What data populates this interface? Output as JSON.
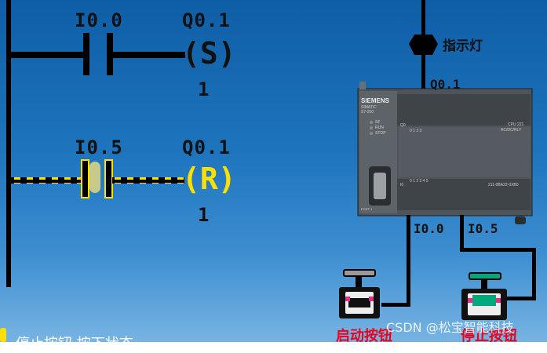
{
  "ladder": {
    "rung1": {
      "contact": "I0.0",
      "coil": "Q0.1",
      "coil_type": "(S)",
      "coil_count": "1"
    },
    "rung2": {
      "contact": "I0.5",
      "coil": "Q0.1",
      "coil_type": "(R)",
      "coil_count": "1"
    }
  },
  "wiring": {
    "indicator_label": "指示灯",
    "output_terminal": "Q0.1",
    "input_terminal_1": "I0.0",
    "input_terminal_2": "I0.5"
  },
  "plc": {
    "brand": "SIEMENS",
    "series": "SIMATIC",
    "model": "S7-200",
    "led_sf": "SF",
    "led_run": "RUN",
    "led_stop": "STOP",
    "cpu": "CPU 221",
    "cpu_type": "AC/DC/RLY",
    "order_no": "211-0BA22-0XB0",
    "out_row_prefix": "Q0",
    "out_row_nums": "0 1 2 3",
    "in_row_prefix": "I0",
    "in_row_nums": "0 1 2 3 4 5",
    "port_label": "PORT 1"
  },
  "buttons": {
    "start_label": "启动按钮",
    "stop_label": "停止按钮"
  },
  "caption": "停止按钮  按下状态",
  "watermark": "CSDN @松宝智能科技",
  "colors": {
    "background_top": "#0e5ea6",
    "active_yellow": "#ffe000",
    "wire": "#000000",
    "start_cap": "#9a9a9a",
    "stop_cap": "#00a87a",
    "button_label": "#e8001c"
  }
}
